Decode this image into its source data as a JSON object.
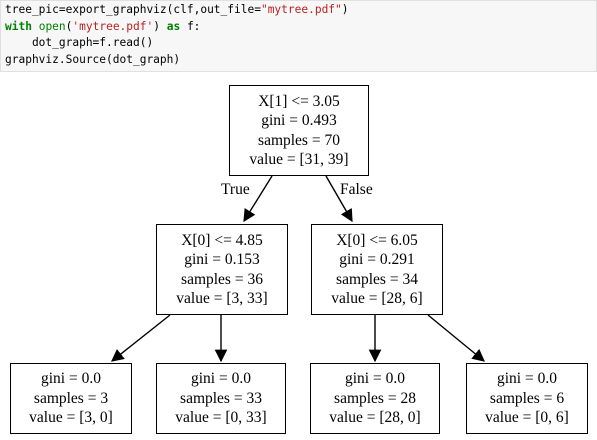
{
  "code": {
    "line1": {
      "a": "tree_pic=export_graphviz(clf,out_file=",
      "b": "\"mytree.pdf\"",
      "c": ")"
    },
    "line2": {
      "kw": "with",
      "fn": "open",
      "p1": "(",
      "str": "'mytree.pdf'",
      "p2": ") ",
      "kw2": "as",
      "rest": " f:"
    },
    "line3": "    dot_graph=f.read()",
    "line4": "graphviz.Source(dot_graph)"
  },
  "tree": {
    "root": [
      "X[1] <= 3.05",
      "gini = 0.493",
      "samples = 70",
      "value = [31, 39]"
    ],
    "left": [
      "X[0] <= 4.85",
      "gini = 0.153",
      "samples = 36",
      "value = [3, 33]"
    ],
    "right": [
      "X[0] <= 6.05",
      "gini = 0.291",
      "samples = 34",
      "value = [28, 6]"
    ],
    "leaf1": [
      "gini = 0.0",
      "samples = 3",
      "value = [3, 0]"
    ],
    "leaf2": [
      "gini = 0.0",
      "samples = 33",
      "value = [0, 33]"
    ],
    "leaf3": [
      "gini = 0.0",
      "samples = 28",
      "value = [28, 0]"
    ],
    "leaf4": [
      "gini = 0.0",
      "samples = 6",
      "value = [0, 6]"
    ],
    "true_label": "True",
    "false_label": "False"
  }
}
